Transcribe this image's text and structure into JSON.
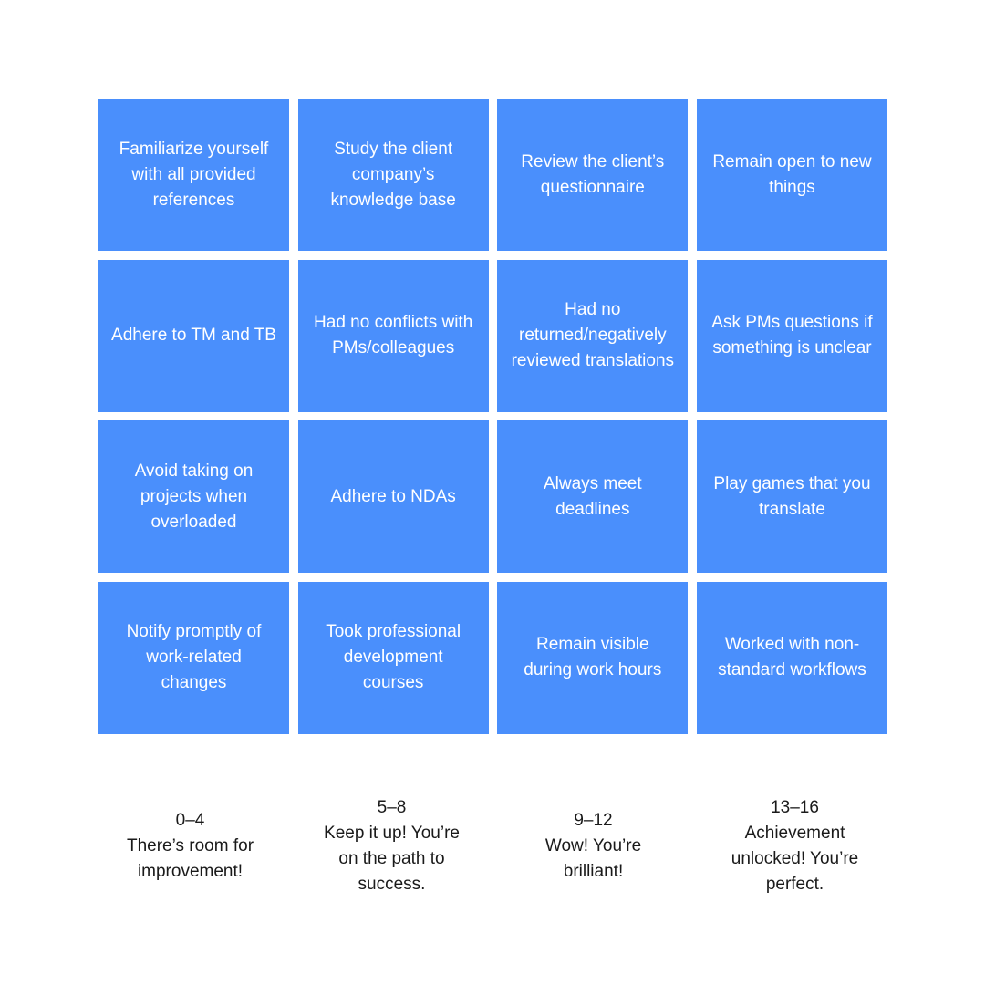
{
  "board": {
    "colors": {
      "cell_background": "#4a8ffc",
      "cell_text": "#ffffff",
      "page_background": "#ffffff",
      "legend_text": "#1a1a1a"
    },
    "rows": [
      [
        "Familiarize yourself\nwith all provided\nreferences",
        "Study the client\ncompany’s\nknowledge base",
        "Review the client’s\nquestionnaire",
        "Remain open to new\nthings"
      ],
      [
        "Adhere to TM and TB",
        "Had no conflicts with\nPMs/colleagues",
        "Had no\nreturned/negatively\nreviewed translations",
        "Ask PMs questions if\nsomething is unclear"
      ],
      [
        "Avoid taking on\nprojects when\noverloaded",
        "Adhere to NDAs",
        "Always meet\ndeadlines",
        "Play games that you\ntranslate"
      ],
      [
        "Notify promptly of\nwork-related\nchanges",
        "Took professional\ndevelopment\ncourses",
        "Remain visible\nduring work hours",
        "Worked with non-\nstandard workflows"
      ]
    ]
  },
  "legend": [
    {
      "range": "0–4",
      "message": "There’s room for\nimprovement!"
    },
    {
      "range": "5–8",
      "message": "Keep it up! You’re\non the path to\nsuccess."
    },
    {
      "range": "9–12",
      "message": "Wow! You’re\nbrilliant!"
    },
    {
      "range": "13–16",
      "message": "Achievement\nunlocked! You’re\nperfect."
    }
  ]
}
